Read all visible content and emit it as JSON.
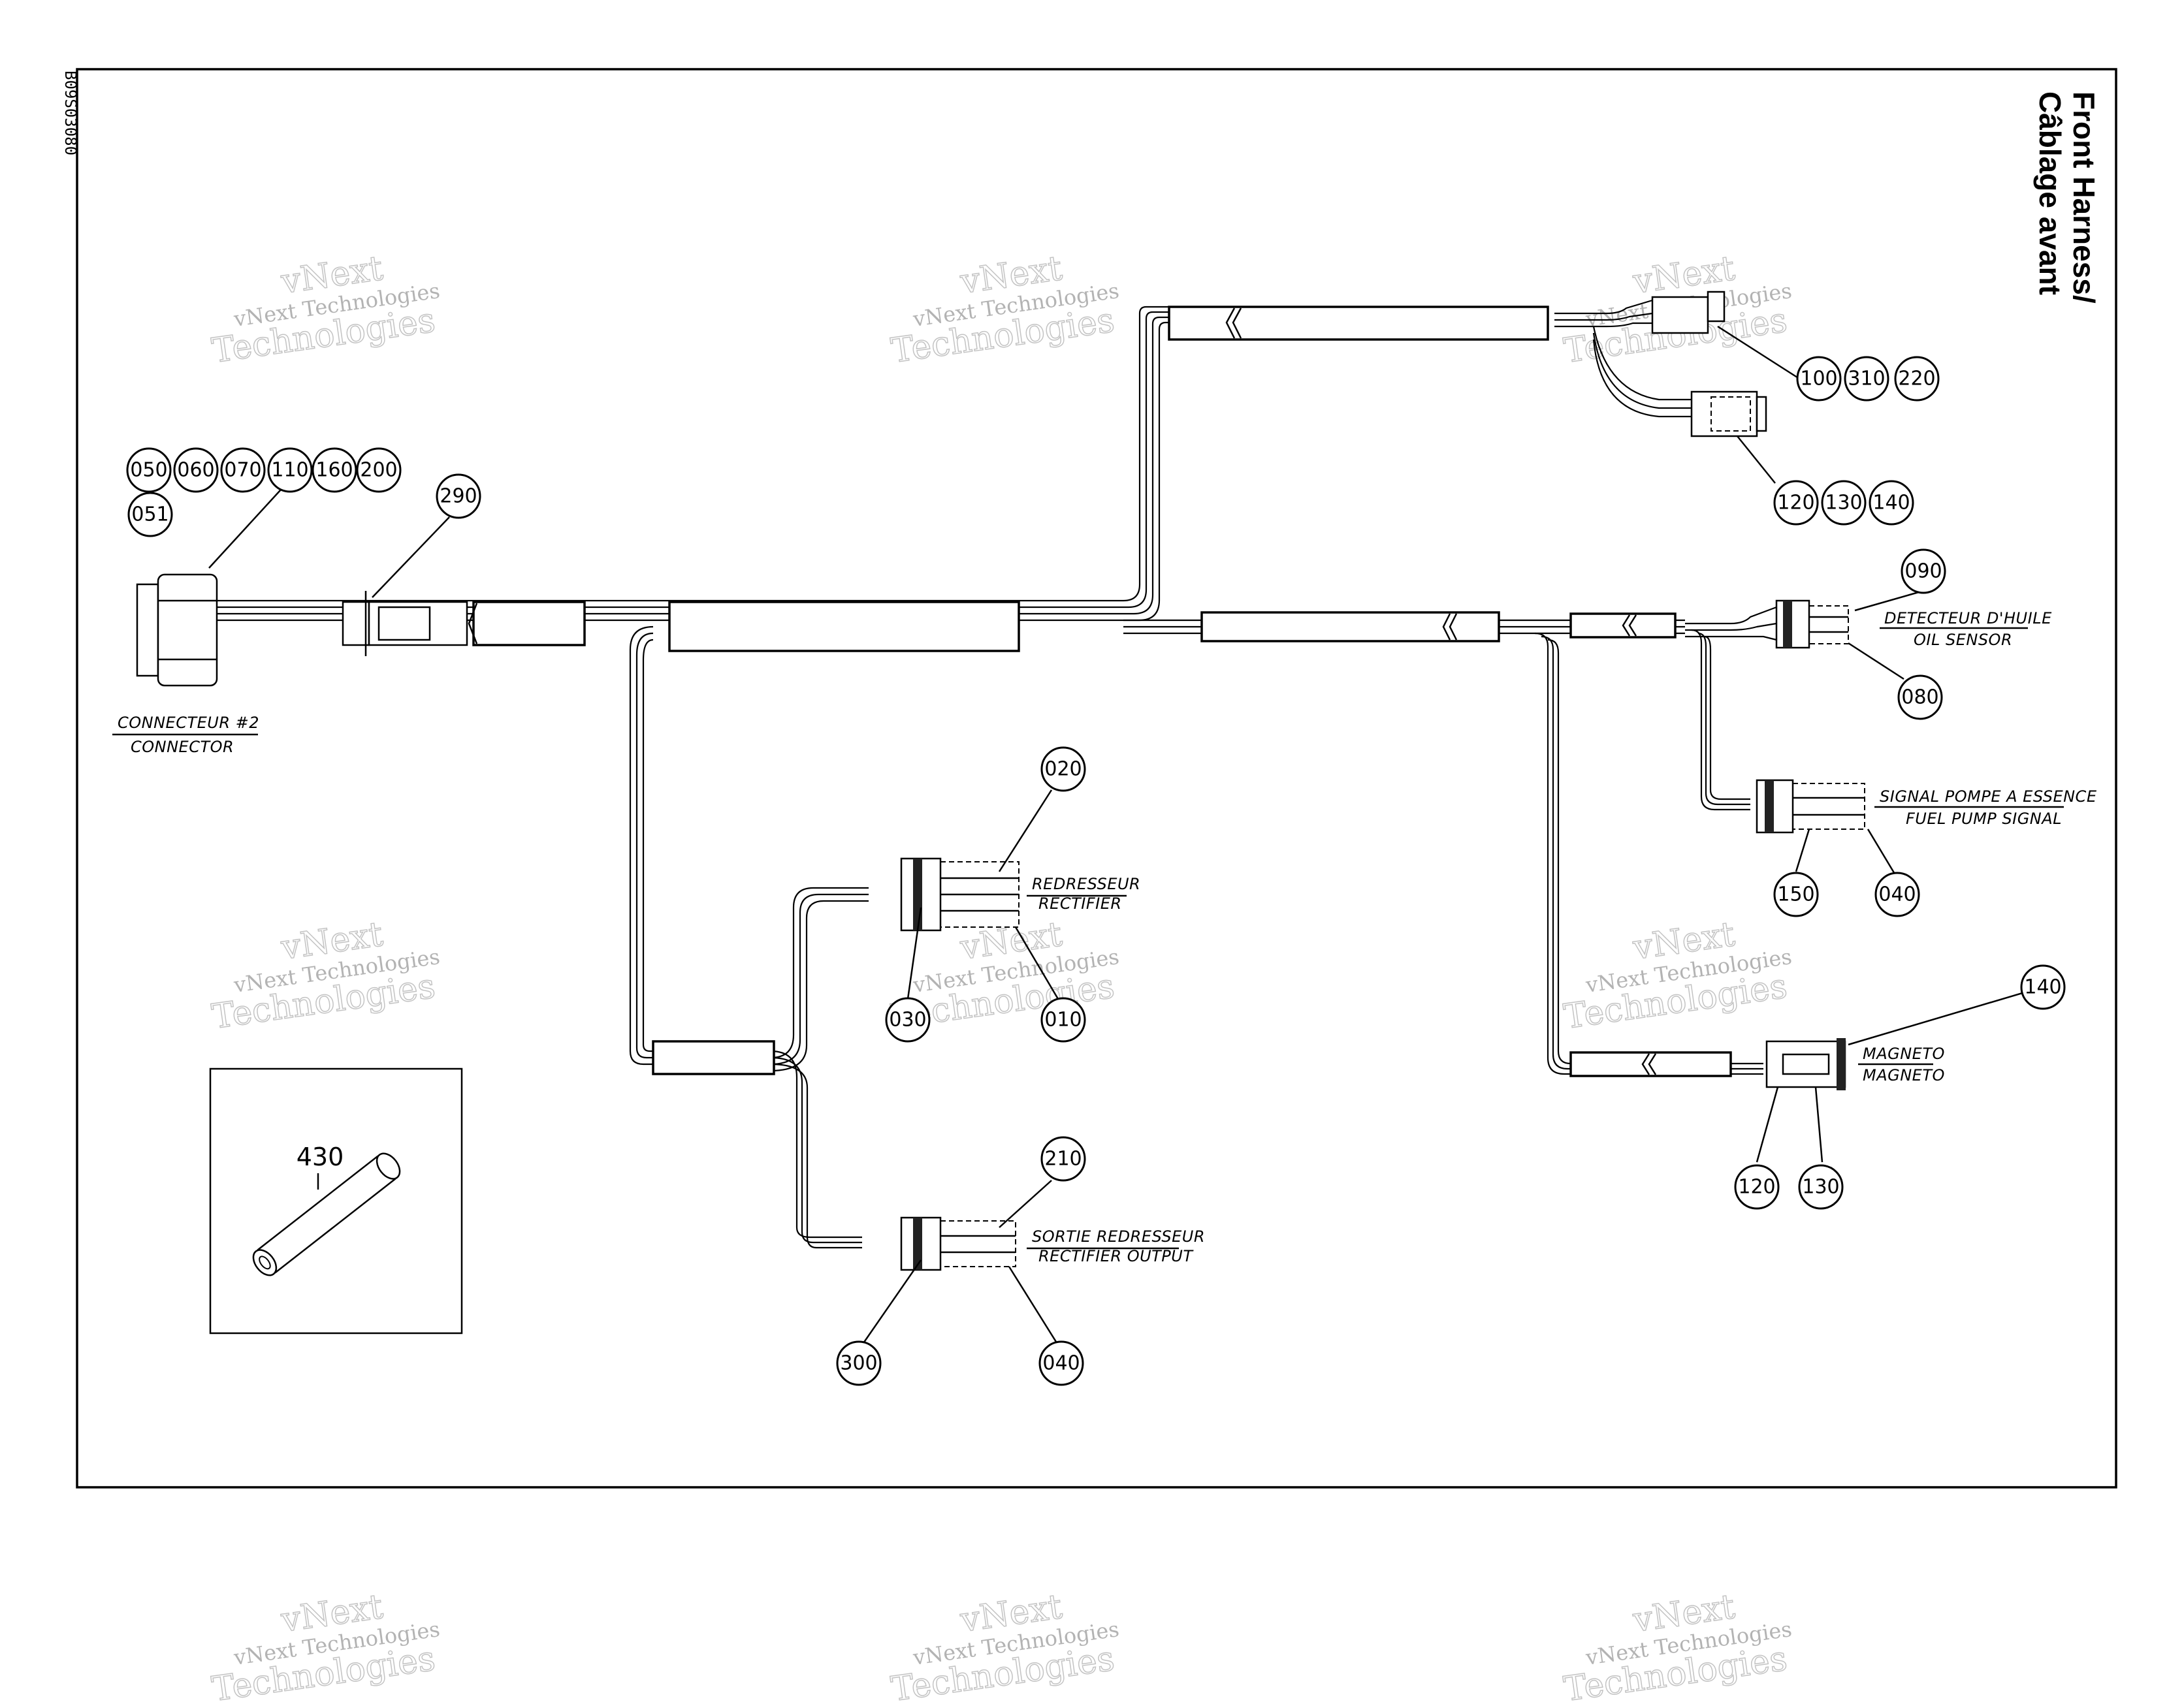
{
  "title": {
    "line1": "Front Harness/",
    "line2": "Câblage avant"
  },
  "document_code": "B09S03080",
  "watermark": {
    "line1": "vNext Technologies",
    "line2": "vNext",
    "line3": "Technologies"
  },
  "labels": {
    "connector_fr": "CONNECTEUR #2",
    "connector_en": "CONNECTOR",
    "rectifier_fr": "REDRESSEUR",
    "rectifier_en": "RECTIFIER",
    "rectifier_output_fr": "SORTIE REDRESSEUR",
    "rectifier_output_en": "RECTIFIER OUTPUT",
    "oil_fr": "DETECTEUR D'HUILE",
    "oil_en": "OIL SENSOR",
    "fuel_fr": "SIGNAL POMPE A ESSENCE",
    "fuel_en": "FUEL PUMP SIGNAL",
    "magneto_fr": "MAGNETO",
    "magneto_en": "MAGNETO"
  },
  "callouts": {
    "c050": "050",
    "c060": "060",
    "c070": "070",
    "c110": "110",
    "c160": "160",
    "c200": "200",
    "c051": "051",
    "c290": "290",
    "c100": "100",
    "c310": "310",
    "c220": "220",
    "c120a": "120",
    "c130a": "130",
    "c140a": "140",
    "c090": "090",
    "c080": "080",
    "c020": "020",
    "c030": "030",
    "c010": "010",
    "c150": "150",
    "c040a": "040",
    "c140b": "140",
    "c120b": "120",
    "c130b": "130",
    "c210": "210",
    "c300": "300",
    "c040b": "040",
    "c430": "430"
  }
}
